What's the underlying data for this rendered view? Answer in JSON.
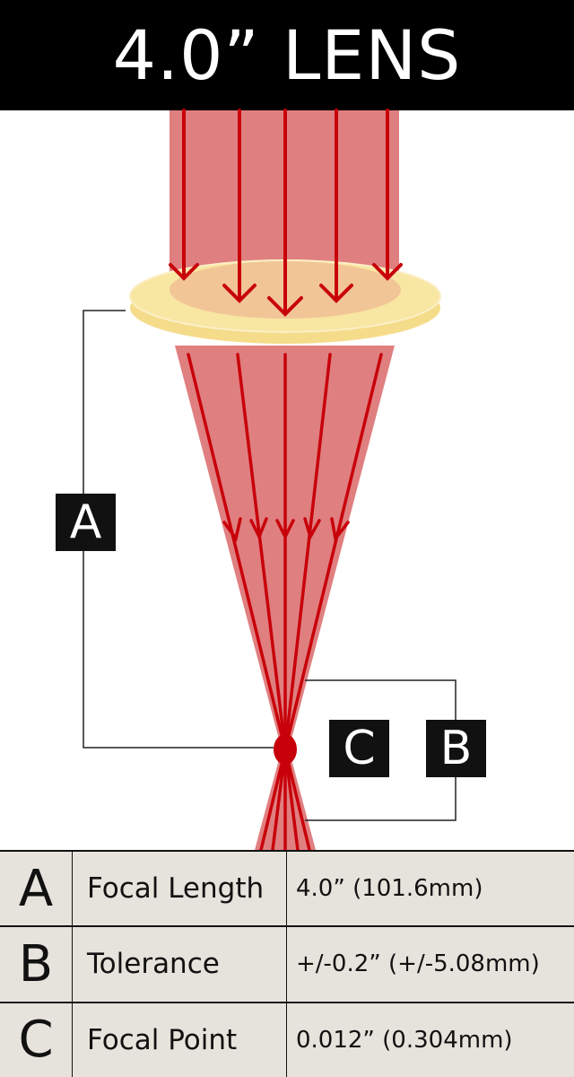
{
  "title": "4.0” LENS",
  "labels": {
    "a": "A",
    "b": "B",
    "c": "C"
  },
  "rows": [
    {
      "letter": "A",
      "name": "Focal Length",
      "value": "4.0” (101.6mm)"
    },
    {
      "letter": "B",
      "name": "Tolerance",
      "value": "+/-0.2” (+/-5.08mm)"
    },
    {
      "letter": "C",
      "name": "Focal Point",
      "value": "0.012” (0.304mm)"
    }
  ],
  "colors": {
    "beam": "#e07f80",
    "ray": "#c8000a",
    "lens": "#f6e3a0"
  }
}
